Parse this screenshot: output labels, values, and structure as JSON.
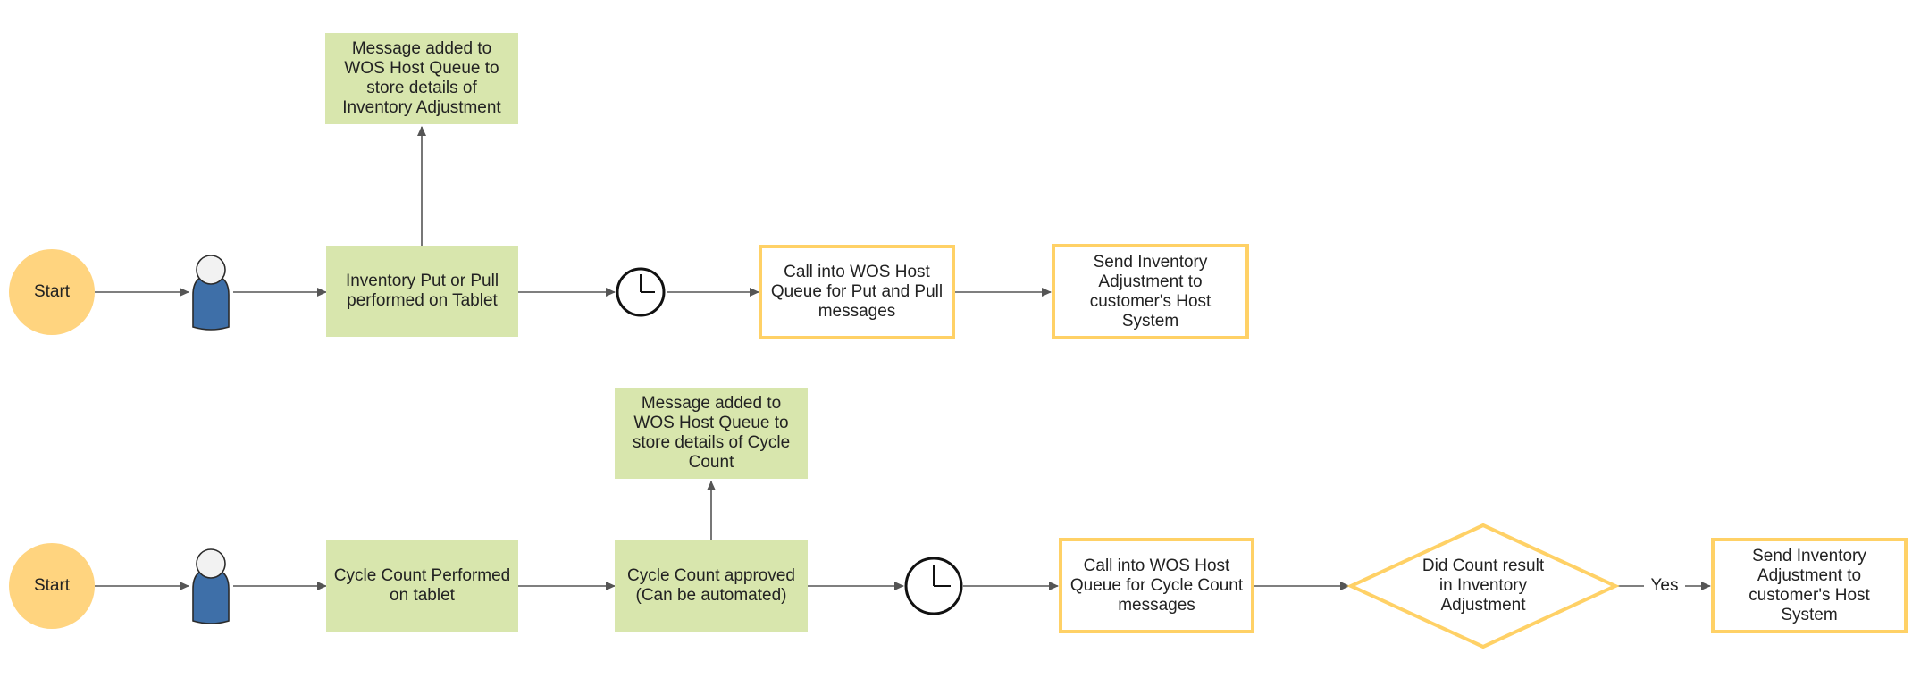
{
  "colors": {
    "start_fill": "#ffd47f",
    "process_fill": "#d8e6ad",
    "system_border": "#ffd166",
    "decision_border": "#ffd166",
    "actor_fill": "#3e6fa8",
    "connector": "#555555",
    "text": "#222222"
  },
  "icons": {
    "actor": "person-icon",
    "timer": "clock-icon"
  },
  "flow1": {
    "start": "Start",
    "step_tablet": "Inventory Put or Pull\nperformed on Tablet",
    "queue_note": "Message added to\nWOS Host Queue to\nstore details of\nInventory Adjustment",
    "call_queue": "Call into WOS Host\nQueue for Put and Pull\nmessages",
    "send": "Send Inventory\nAdjustment to\ncustomer's Host\nSystem"
  },
  "flow2": {
    "start": "Start",
    "step_count": "Cycle Count Performed\non tablet",
    "approved": "Cycle Count approved\n(Can be automated)",
    "queue_note": "Message added to\nWOS Host Queue to\nstore details of Cycle\nCount",
    "call_queue": "Call into WOS Host\nQueue for Cycle Count\nmessages",
    "decision": "Did Count result\nin Inventory\nAdjustment",
    "yes_label": "Yes",
    "send": "Send Inventory\nAdjustment to\ncustomer's Host\nSystem"
  }
}
